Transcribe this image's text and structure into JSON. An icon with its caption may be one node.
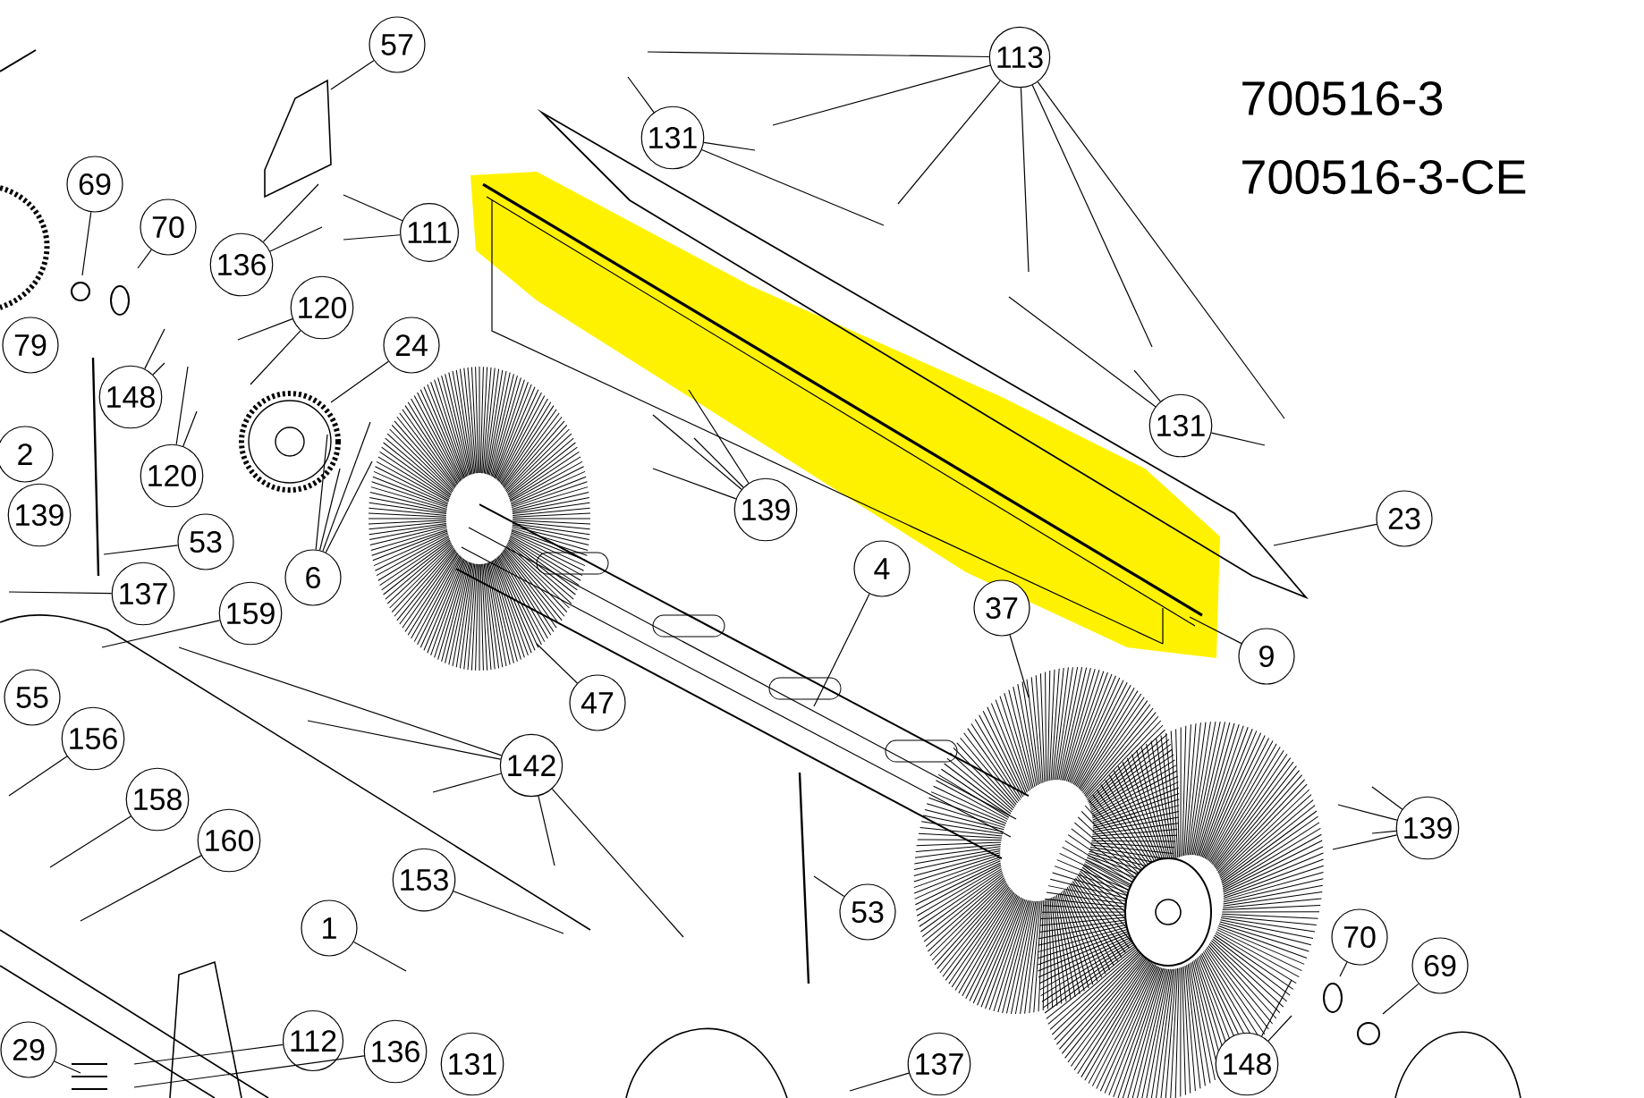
{
  "diagram": {
    "nodes": [
      {
        "text": [
          "57"
        ]
      },
      {
        "text": [
          "113"
        ]
      },
      {
        "text": [
          "131"
        ]
      },
      {
        "text": [
          "69"
        ]
      },
      {
        "text": [
          "70"
        ]
      },
      {
        "text": [
          "111"
        ]
      },
      {
        "text": [
          "136"
        ]
      },
      {
        "text": [
          "120"
        ]
      },
      {
        "text": [
          "79"
        ]
      },
      {
        "text": [
          "24"
        ]
      },
      {
        "text": [
          "148"
        ]
      },
      {
        "text": [
          "131"
        ]
      },
      {
        "text": [
          "2"
        ]
      },
      {
        "text": [
          "120"
        ]
      },
      {
        "text": [
          "139"
        ]
      },
      {
        "text": [
          "23"
        ]
      },
      {
        "text": [
          "139"
        ]
      },
      {
        "text": [
          "53"
        ]
      },
      {
        "text": [
          "4"
        ]
      },
      {
        "text": [
          "6"
        ]
      },
      {
        "text": [
          "137"
        ]
      },
      {
        "text": [
          "37"
        ]
      },
      {
        "text": [
          "159"
        ]
      },
      {
        "text": [
          "9"
        ]
      },
      {
        "text": [
          "55"
        ]
      },
      {
        "text": [
          "47"
        ]
      },
      {
        "text": [
          "156"
        ]
      },
      {
        "text": [
          "142"
        ]
      },
      {
        "text": [
          "158"
        ]
      },
      {
        "text": [
          "139"
        ]
      },
      {
        "text": [
          "160"
        ]
      },
      {
        "text": [
          "153"
        ]
      },
      {
        "text": [
          "53"
        ]
      },
      {
        "text": [
          "1"
        ]
      },
      {
        "text": [
          "70"
        ]
      },
      {
        "text": [
          "69"
        ]
      },
      {
        "text": [
          "112"
        ]
      },
      {
        "text": [
          "136"
        ]
      },
      {
        "text": [
          "29"
        ]
      },
      {
        "text": [
          "137"
        ]
      },
      {
        "text": [
          "131"
        ]
      },
      {
        "text": [
          "148"
        ]
      }
    ],
    "edges": [
      {
        "from": 0,
        "to": null,
        "arrow": "none"
      },
      {
        "from": 1,
        "to": null,
        "arrow": "none"
      },
      {
        "from": 1,
        "to": null,
        "arrow": "none"
      },
      {
        "from": 1,
        "to": null,
        "arrow": "none"
      },
      {
        "from": 1,
        "to": null,
        "arrow": "none"
      },
      {
        "from": 1,
        "to": null,
        "arrow": "none"
      },
      {
        "from": 1,
        "to": null,
        "arrow": "none"
      },
      {
        "from": 2,
        "to": null,
        "arrow": "none"
      },
      {
        "from": 2,
        "to": null,
        "arrow": "none"
      },
      {
        "from": 2,
        "to": null,
        "arrow": "none"
      },
      {
        "from": 3,
        "to": null,
        "arrow": "none"
      },
      {
        "from": 4,
        "to": null,
        "arrow": "none"
      },
      {
        "from": 5,
        "to": null,
        "arrow": "none"
      },
      {
        "from": 5,
        "to": null,
        "arrow": "none"
      },
      {
        "from": 6,
        "to": null,
        "arrow": "none"
      },
      {
        "from": 6,
        "to": null,
        "arrow": "none"
      },
      {
        "from": 7,
        "to": null,
        "arrow": "none"
      },
      {
        "from": 7,
        "to": null,
        "arrow": "none"
      },
      {
        "from": 9,
        "to": null,
        "arrow": "none"
      },
      {
        "from": 10,
        "to": null,
        "arrow": "none"
      },
      {
        "from": 10,
        "to": null,
        "arrow": "none"
      },
      {
        "from": 11,
        "to": null,
        "arrow": "none"
      },
      {
        "from": 11,
        "to": null,
        "arrow": "none"
      },
      {
        "from": 11,
        "to": null,
        "arrow": "none"
      },
      {
        "from": 13,
        "to": null,
        "arrow": "none"
      },
      {
        "from": 13,
        "to": null,
        "arrow": "none"
      },
      {
        "from": 14,
        "to": null,
        "arrow": "none"
      },
      {
        "from": 14,
        "to": null,
        "arrow": "none"
      },
      {
        "from": 14,
        "to": null,
        "arrow": "none"
      },
      {
        "from": 14,
        "to": null,
        "arrow": "none"
      },
      {
        "from": 15,
        "to": null,
        "arrow": "none"
      },
      {
        "from": 17,
        "to": null,
        "arrow": "none"
      },
      {
        "from": 18,
        "to": null,
        "arrow": "none"
      },
      {
        "from": 19,
        "to": null,
        "arrow": "none"
      },
      {
        "from": 19,
        "to": null,
        "arrow": "none"
      },
      {
        "from": 19,
        "to": null,
        "arrow": "none"
      },
      {
        "from": 19,
        "to": null,
        "arrow": "none"
      },
      {
        "from": 20,
        "to": null,
        "arrow": "none"
      },
      {
        "from": 21,
        "to": null,
        "arrow": "none"
      },
      {
        "from": 22,
        "to": null,
        "arrow": "none"
      },
      {
        "from": 23,
        "to": null,
        "arrow": "none"
      },
      {
        "from": 25,
        "to": null,
        "arrow": "none"
      },
      {
        "from": 26,
        "to": null,
        "arrow": "none"
      },
      {
        "from": 27,
        "to": null,
        "arrow": "none"
      },
      {
        "from": 27,
        "to": null,
        "arrow": "none"
      },
      {
        "from": 27,
        "to": null,
        "arrow": "none"
      },
      {
        "from": 27,
        "to": null,
        "arrow": "none"
      },
      {
        "from": 27,
        "to": null,
        "arrow": "none"
      },
      {
        "from": 28,
        "to": null,
        "arrow": "none"
      },
      {
        "from": 29,
        "to": null,
        "arrow": "none"
      },
      {
        "from": 29,
        "to": null,
        "arrow": "none"
      },
      {
        "from": 29,
        "to": null,
        "arrow": "none"
      },
      {
        "from": 29,
        "to": null,
        "arrow": "none"
      },
      {
        "from": 30,
        "to": null,
        "arrow": "none"
      },
      {
        "from": 31,
        "to": null,
        "arrow": "none"
      },
      {
        "from": 32,
        "to": null,
        "arrow": "none"
      },
      {
        "from": 33,
        "to": null,
        "arrow": "none"
      },
      {
        "from": 34,
        "to": null,
        "arrow": "none"
      },
      {
        "from": 35,
        "to": null,
        "arrow": "none"
      },
      {
        "from": 36,
        "to": null,
        "arrow": "none"
      },
      {
        "from": 37,
        "to": null,
        "arrow": "none"
      },
      {
        "from": 38,
        "to": null,
        "arrow": "none"
      },
      {
        "from": 39,
        "to": null,
        "arrow": "none"
      },
      {
        "from": 41,
        "to": null,
        "arrow": "none"
      },
      {
        "from": 41,
        "to": null,
        "arrow": "none"
      }
    ],
    "labels": [
      "700516-3",
      "700516-3-CE"
    ]
  }
}
